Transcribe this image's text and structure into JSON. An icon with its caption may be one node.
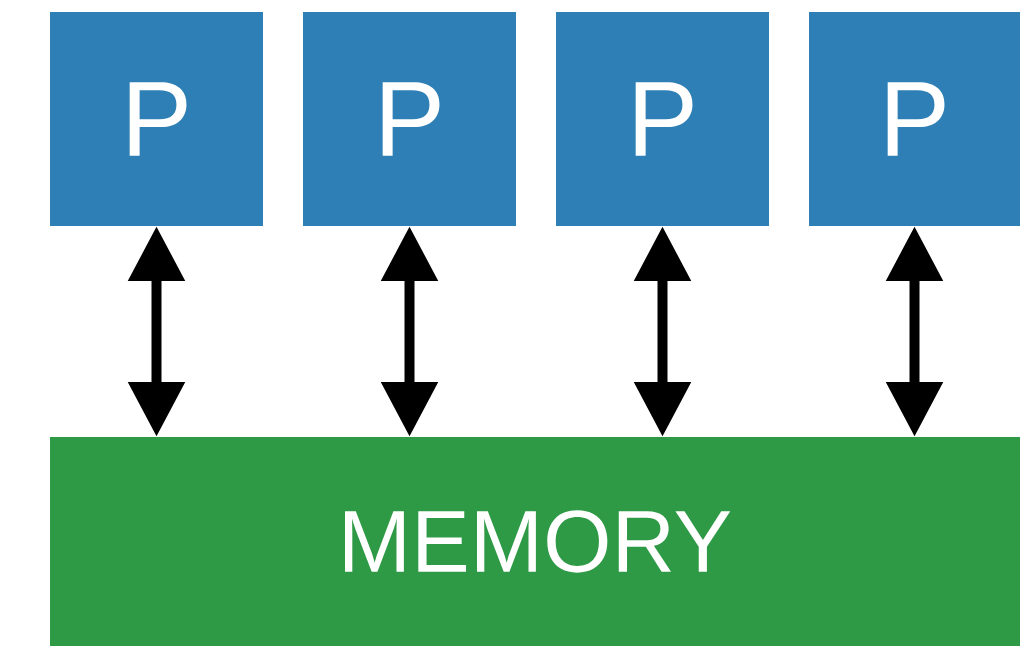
{
  "diagram": {
    "nodes": [
      {
        "text": [
          "P"
        ]
      },
      {
        "text": [
          "P"
        ]
      },
      {
        "text": [
          "P"
        ]
      },
      {
        "text": [
          "P"
        ]
      },
      {
        "text": [
          "MEMORY"
        ]
      }
    ],
    "edges": [
      {
        "from": 0,
        "to": 4,
        "arrow": "both"
      },
      {
        "from": 1,
        "to": 4,
        "arrow": "both"
      },
      {
        "from": 2,
        "to": 4,
        "arrow": "both"
      },
      {
        "from": 3,
        "to": 4,
        "arrow": "both"
      }
    ]
  }
}
